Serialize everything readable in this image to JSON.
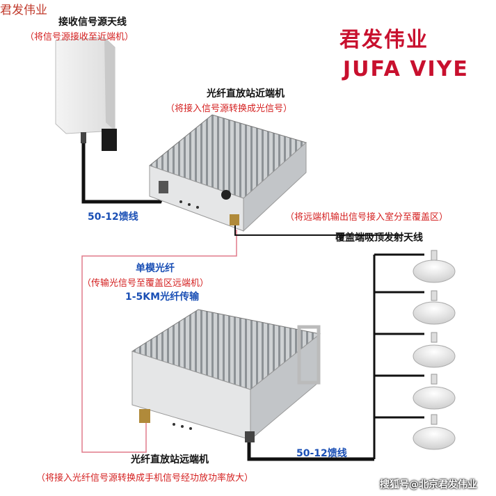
{
  "corner_label": "君发伟业",
  "brand": {
    "cn": "君发伟业",
    "en": "JUFA VIYE"
  },
  "panel_antenna": {
    "title": "接收信号源天线",
    "desc": "（将信号源接收至近端机）"
  },
  "near_unit": {
    "title": "光纤直放站近端机",
    "desc": "（将接入信号源转换成光信号）"
  },
  "cable_top": "50-12馈线",
  "output_note": "（将远端机输出信号接入室分至覆盖区）",
  "ceiling_antennas": {
    "title": "覆盖端吸顶发射天线",
    "count": 5
  },
  "fiber": {
    "title": "单模光纤",
    "desc": "（传输光信号至覆盖区远端机）",
    "range": "1-5KM光纤传输"
  },
  "cable_bottom": "50-12馈线",
  "far_unit": {
    "title": "光纤直放站远端机",
    "desc": "（将接入光纤信号源转换成手机信号经功放功率放大）"
  },
  "watermark": "搜狐号@北京君发伟业",
  "colors": {
    "brand_red": "#c8102e",
    "note_red": "#d42020",
    "label_blue": "#1a4fb5",
    "fiber_pink": "#e07a8a"
  }
}
